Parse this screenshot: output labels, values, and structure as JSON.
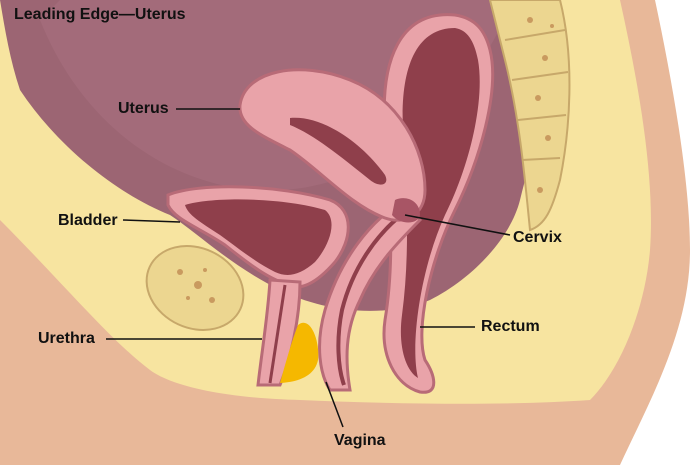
{
  "diagram": {
    "title": "Leading Edge—Uterus",
    "labels": {
      "uterus": "Uterus",
      "bladder": "Bladder",
      "urethra": "Urethra",
      "cervix": "Cervix",
      "rectum": "Rectum",
      "vagina": "Vagina"
    }
  },
  "colors": {
    "skin": "#e8b899",
    "fat": "#f7e4a0",
    "cavity": "#9c6573",
    "organ_wall": "#e9a3a9",
    "organ_inner": "#8f3f4b",
    "spine_bone": "#ecd690",
    "highlight": "#f5b800"
  }
}
